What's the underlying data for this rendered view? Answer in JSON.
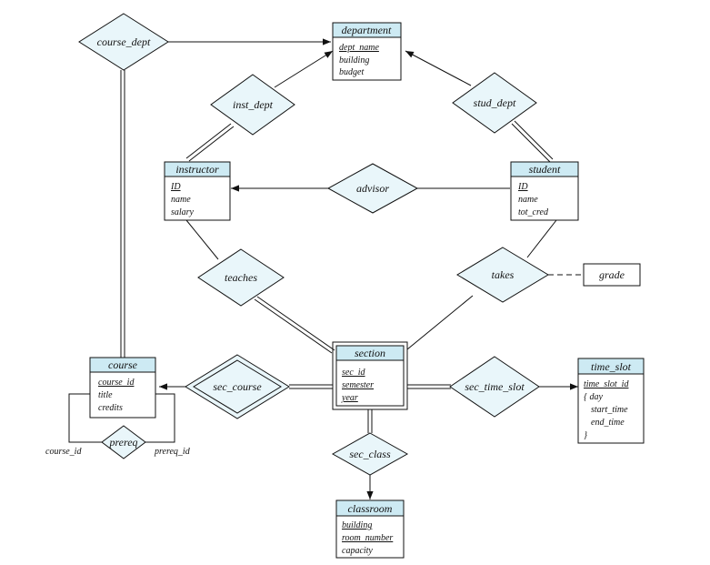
{
  "entities": {
    "department": {
      "title": "department",
      "pk": [
        "dept_name"
      ],
      "attrs": [
        "building",
        "budget"
      ]
    },
    "instructor": {
      "title": "instructor",
      "pk": [
        "ID"
      ],
      "attrs": [
        "name",
        "salary"
      ]
    },
    "student": {
      "title": "student",
      "pk": [
        "ID"
      ],
      "attrs": [
        "name",
        "tot_cred"
      ]
    },
    "course": {
      "title": "course",
      "pk": [
        "course_id"
      ],
      "attrs": [
        "title",
        "credits"
      ]
    },
    "section": {
      "title": "section",
      "pk": [
        "sec_id",
        "semester",
        "year"
      ],
      "attrs": []
    },
    "time_slot": {
      "title": "time_slot",
      "pk": [
        "time_slot_id"
      ],
      "attrs": [
        "{ day",
        "start_time",
        "end_time",
        "}"
      ]
    },
    "classroom": {
      "title": "classroom",
      "pk": [
        "building",
        "room_number"
      ],
      "attrs": [
        "capacity"
      ]
    }
  },
  "relationships": {
    "course_dept": "course_dept",
    "inst_dept": "inst_dept",
    "stud_dept": "stud_dept",
    "advisor": "advisor",
    "teaches": "teaches",
    "takes": "takes",
    "sec_course": "sec_course",
    "sec_time_slot": "sec_time_slot",
    "sec_class": "sec_class",
    "prereq": "prereq"
  },
  "relationship_attributes": {
    "grade": "grade"
  },
  "roles": {
    "course_id": "course_id",
    "prereq_id": "prereq_id"
  }
}
